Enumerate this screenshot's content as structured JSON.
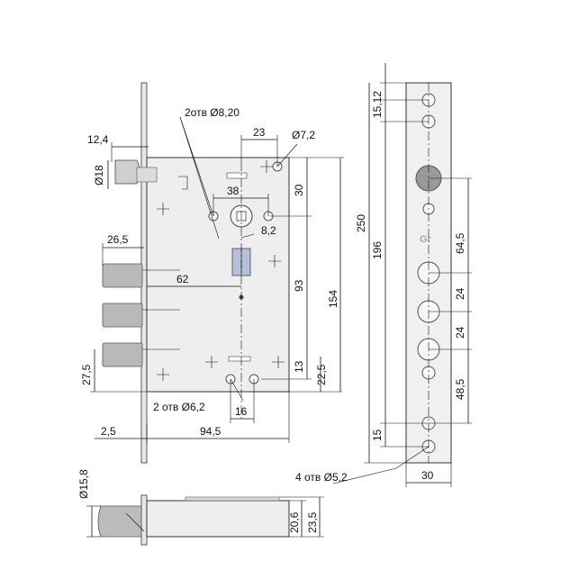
{
  "labels": {
    "holes_820": "2отв  Ø8,20",
    "d72": "Ø7,2",
    "w23": "23",
    "w124": "12,4",
    "d18": "Ø18",
    "w38": "38",
    "w30": "30",
    "sq82": "8,2",
    "w265": "26,5",
    "w62": "62",
    "w93": "93",
    "w154": "154",
    "w250": "250",
    "w196": "196",
    "w1512": "15,12",
    "w645": "64,5",
    "w24a": "24",
    "w24b": "24",
    "w485": "48,5",
    "w13": "13",
    "w225": "22,5",
    "w275": "27,5",
    "holes_62": "2 отв  Ø6,2",
    "w16": "16",
    "w25": "2,5",
    "w945": "94,5",
    "w15": "15",
    "holes_52": "4 отв  Ø5,2",
    "w30b": "30",
    "d158": "Ø15,8",
    "w206": "20,6",
    "w235": "23,5"
  }
}
